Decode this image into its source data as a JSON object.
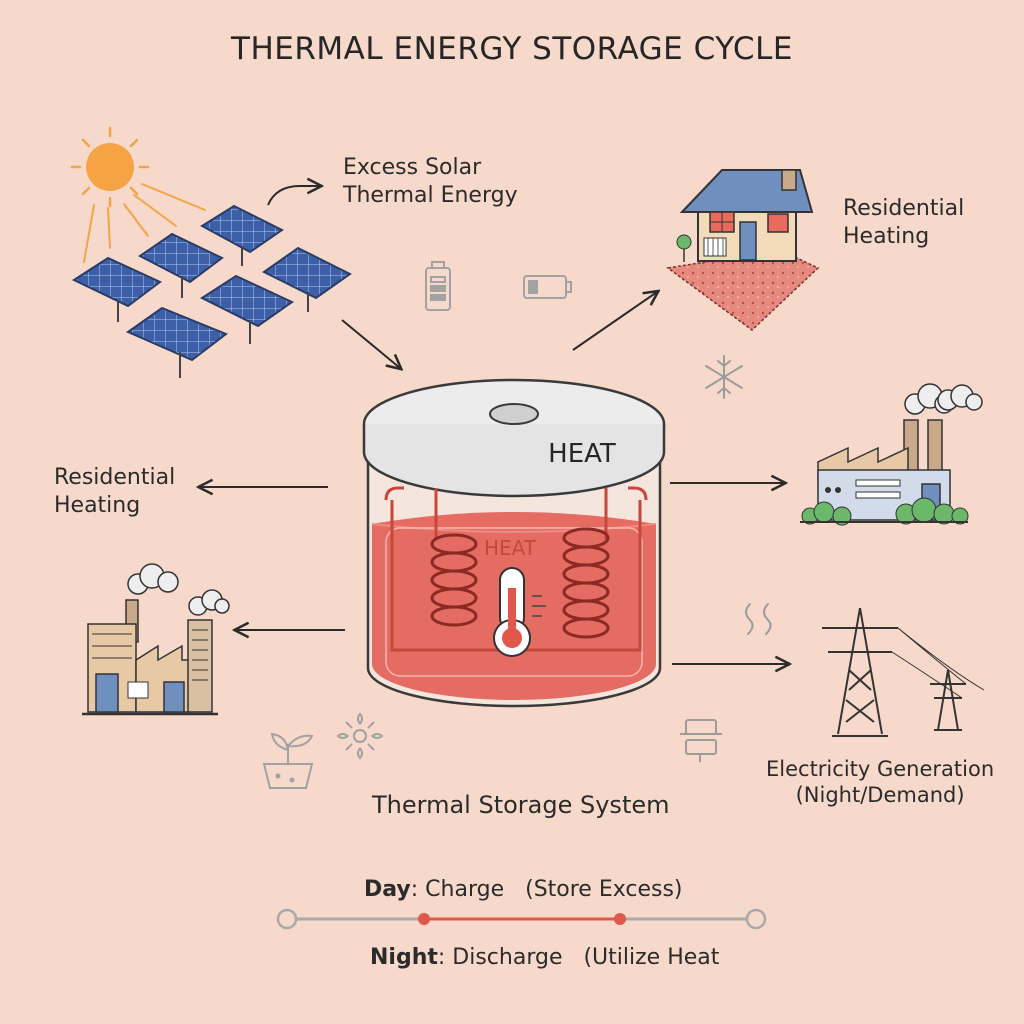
{
  "title": "THERMAL ENERGY STORAGE CYCLE",
  "labels": {
    "solar_line1": "Excess Solar",
    "solar_line2": "Thermal Energy",
    "res_top_line1": "Residential",
    "res_top_line2": "Heating",
    "res_left_line1": "Residential",
    "res_left_line2": "Heating",
    "tank_lid": "HEAT",
    "tank_liquid": "HEAT",
    "storage_system": "Thermal Storage System",
    "electricity_line1": "Electricity Generation",
    "electricity_line2": "(Night/Demand)"
  },
  "timeline": {
    "day_key": "Day",
    "day_text": ": Charge   (Store Excess)",
    "night_key": "Night",
    "night_text": ": Discharge   (Utilize Heat"
  },
  "colors": {
    "background": "#f6d9cb",
    "accent_red": "#e2574c",
    "sun": "#f5a344",
    "panel": "#3c5fa8",
    "timeline_gray": "#a9a9a9"
  },
  "icons": [
    "sun-icon",
    "solar-panel-icon",
    "battery-icon",
    "house-icon",
    "snowflake-icon",
    "factory-icon",
    "power-tower-icon",
    "plant-icon",
    "flower-icon",
    "steam-icon",
    "thermometer-icon"
  ]
}
